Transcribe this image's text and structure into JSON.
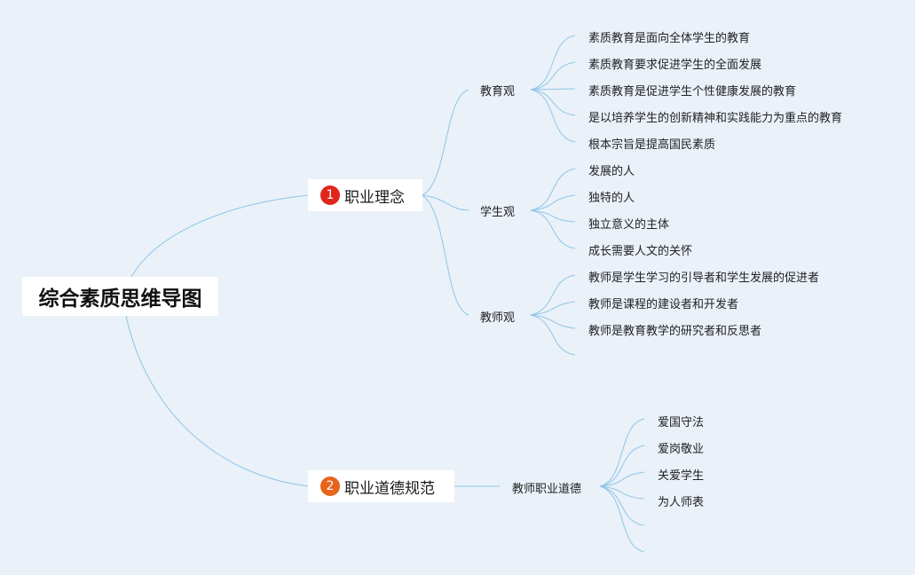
{
  "root": {
    "label": "综合素质思维导图"
  },
  "branches": [
    {
      "num": "1",
      "label": "职业理念",
      "badge_color": "#e0261b",
      "children": [
        {
          "label": "教育观",
          "leaves": [
            "素质教育是面向全体学生的教育",
            "素质教育要求促进学生的全面发展",
            "素质教育是促进学生个性健康发展的教育",
            "是以培养学生的创新精神和实践能力为重点的教育",
            "根本宗旨是提高国民素质"
          ]
        },
        {
          "label": "学生观",
          "leaves": [
            "发展的人",
            "独特的人",
            "独立意义的主体",
            "成长需要人文的关怀"
          ]
        },
        {
          "label": "教师观",
          "leaves": [
            "教师是学生学习的引导者和学生发展的促进者",
            "教师是课程的建设者和开发者",
            "教师是教育教学的研究者和反思者"
          ]
        }
      ]
    },
    {
      "num": "2",
      "label": "职业道德规范",
      "badge_color": "#e8631c",
      "children": [
        {
          "label": "教师职业道德",
          "leaves": [
            "爱国守法",
            "爱岗敬业",
            "关爱学生",
            "为人师表"
          ]
        }
      ]
    }
  ],
  "colors": {
    "background": "#eaf1f9",
    "connector": "#8fc6e8"
  }
}
